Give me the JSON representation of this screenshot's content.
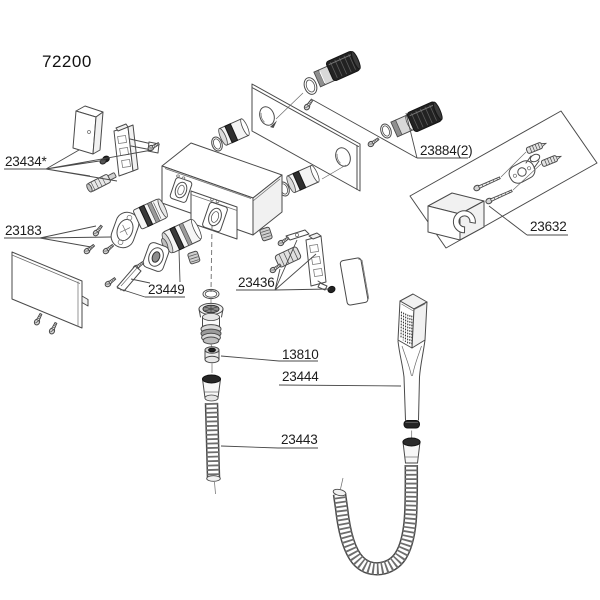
{
  "diagram": {
    "model_number": "72200",
    "callouts": {
      "c23434": {
        "text": "23434*"
      },
      "c23183": {
        "text": "23183"
      },
      "c23449": {
        "text": "23449"
      },
      "c23436": {
        "text": "23436"
      },
      "c23884": {
        "text": "23884(2)"
      },
      "c23632": {
        "text": "23632"
      },
      "c13810": {
        "text": "13810"
      },
      "c23444": {
        "text": "23444"
      },
      "c23443": {
        "text": "23443"
      }
    },
    "colors": {
      "line": "#4a4a4a",
      "dark_part": "#222222",
      "background": "#ffffff"
    }
  }
}
